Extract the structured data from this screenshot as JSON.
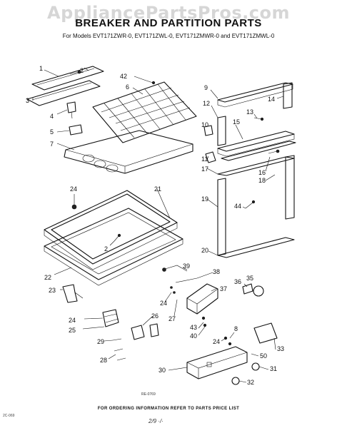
{
  "watermark": "AppliancePartsPros.com",
  "title": "BREAKER AND PARTITION PARTS",
  "subtitle": "For Models EVT171ZWR-0, EVT171ZWL-0, EVT171ZMWR-0 and EVT171ZMWL-0",
  "footer": "FOR ORDERING INFORMATION REFER TO PARTS PRICE LIST",
  "page_code": "2/9 ·/·",
  "corner_code": "2C-069",
  "drawing_code": "RE-0769",
  "callouts": {
    "c1": "1",
    "c2a": "2",
    "c3": "3",
    "c4": "4",
    "c5": "5",
    "c6": "6",
    "c7": "7",
    "c42a": "42",
    "c24a": "24",
    "c21": "21",
    "c2b": "2",
    "c22": "22",
    "c23": "23",
    "c9": "9",
    "c12": "12",
    "c13": "13",
    "c14": "14",
    "c10": "10",
    "c15": "15",
    "c11": "11",
    "c17": "17",
    "c16": "16",
    "c18": "18",
    "c19": "19",
    "c44": "44",
    "c20": "20",
    "c39": "39",
    "c38": "38",
    "c37": "37",
    "c24b": "24",
    "c27": "27",
    "c43": "43",
    "c40": "40",
    "c26": "26",
    "c24c": "24",
    "c25": "25",
    "c29": "29",
    "c28": "28",
    "c35": "35",
    "c36": "36",
    "c8": "8",
    "c24d": "24",
    "c33": "33",
    "c50": "50",
    "c31": "31",
    "c30": "30",
    "c32": "32"
  }
}
